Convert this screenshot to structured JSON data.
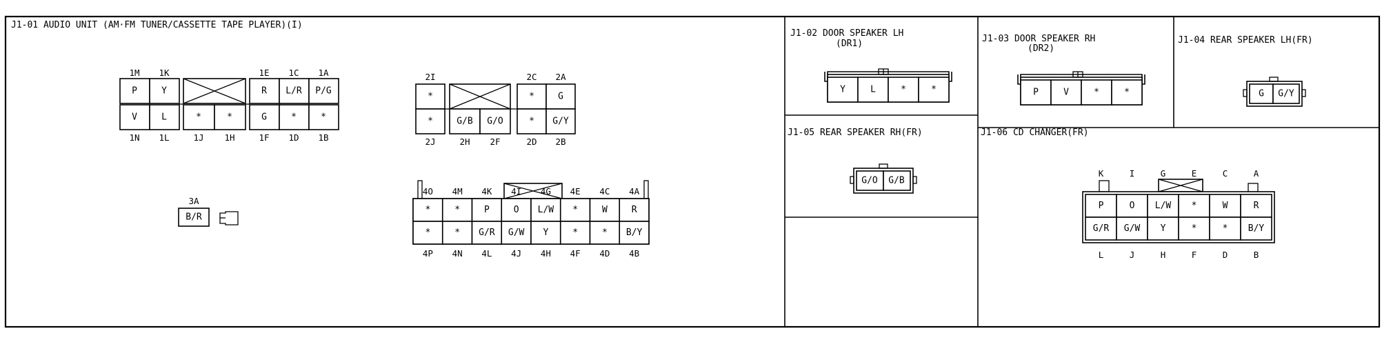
{
  "sections": {
    "j101_title": "J1-01 AUDIO UNIT (AM·FM TUNER/CASSETTE TAPE PLAYER)(I)",
    "j102_title_1": "J1-02 DOOR SPEAKER LH",
    "j102_title_2": "(DR1)",
    "j103_title_1": "J1-03 DOOR SPEAKER RH",
    "j103_title_2": "(DR2)",
    "j104_title": "J1-04 REAR SPEAKER LH(FR)",
    "j105_title": "J1-05 REAR SPEAKER RH(FR)",
    "j106_title": "J1-06 CD CHANGER(FR)"
  },
  "connectors": {
    "c1": {
      "top_labels": [
        "1M",
        "1K",
        "1E",
        "1C",
        "1A"
      ],
      "row1": [
        "P",
        "Y",
        "R",
        "L/R",
        "P/G"
      ],
      "row2": [
        "V",
        "L",
        "*",
        "*",
        "G",
        "*",
        "*"
      ],
      "bottom_labels": [
        "1N",
        "1L",
        "1J",
        "1H",
        "1F",
        "1D",
        "1B"
      ]
    },
    "c2": {
      "top_labels": [
        "2I",
        "2C",
        "2A"
      ],
      "row1": [
        "*",
        "*",
        "G"
      ],
      "row2": [
        "*",
        "G/B",
        "G/O",
        "*",
        "G/Y"
      ],
      "bottom_labels": [
        "2J",
        "2H",
        "2F",
        "2D",
        "2B"
      ]
    },
    "c3": {
      "label": "3A",
      "row1": [
        "B/R"
      ]
    },
    "c4": {
      "top_labels": [
        "4O",
        "4M",
        "4K",
        "4I",
        "4G",
        "4E",
        "4C",
        "4A"
      ],
      "row1": [
        "*",
        "*",
        "P",
        "O",
        "L/W",
        "*",
        "W",
        "R"
      ],
      "row2": [
        "*",
        "*",
        "G/R",
        "G/W",
        "Y",
        "*",
        "*",
        "B/Y"
      ],
      "bottom_labels": [
        "4P",
        "4N",
        "4L",
        "4J",
        "4H",
        "4F",
        "4D",
        "4B"
      ]
    },
    "j102": {
      "row1": [
        "Y",
        "L",
        "*",
        "*"
      ]
    },
    "j103": {
      "row1": [
        "P",
        "V",
        "*",
        "*"
      ]
    },
    "j104": {
      "row1": [
        "G",
        "G/Y"
      ]
    },
    "j105": {
      "row1": [
        "G/O",
        "G/B"
      ]
    },
    "j106": {
      "top_labels": [
        "K",
        "I",
        "G",
        "E",
        "C",
        "A"
      ],
      "row1": [
        "P",
        "O",
        "L/W",
        "*",
        "W",
        "R"
      ],
      "row2": [
        "G/R",
        "G/W",
        "Y",
        "*",
        "*",
        "B/Y"
      ],
      "bottom_labels": [
        "L",
        "J",
        "H",
        "F",
        "D",
        "B"
      ]
    }
  }
}
